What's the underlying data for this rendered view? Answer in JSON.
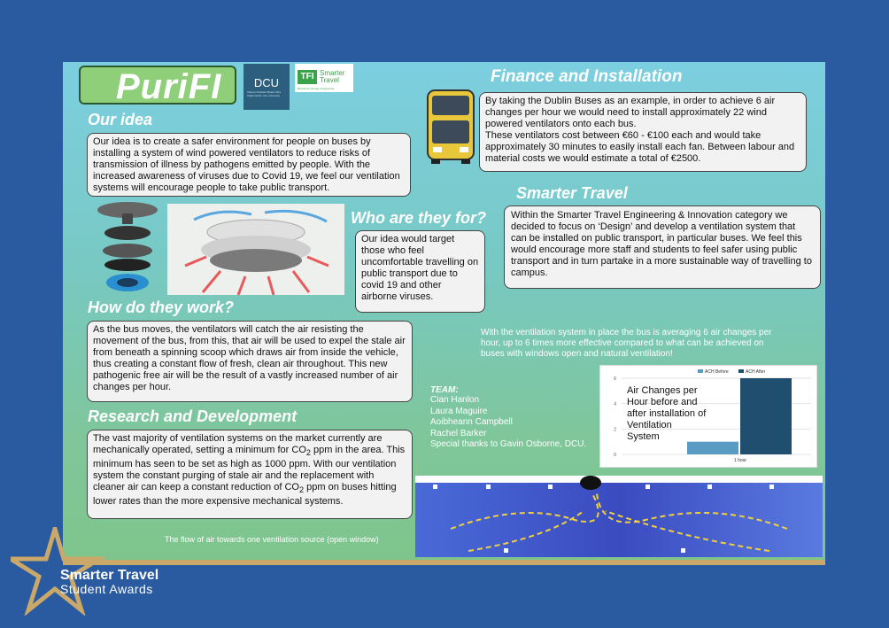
{
  "logo": {
    "title": "PuriFI"
  },
  "partners": {
    "dcu": {
      "name": "DCU",
      "sub": "Ollscoil Chathair Bhaile Átha Cliath Dublin City University"
    },
    "tfi": {
      "mark": "TFI",
      "name_line1": "Smarter",
      "name_line2": "Travel",
      "sub": "Behaviour Change Programme"
    }
  },
  "finance": {
    "heading": "Finance and Installation",
    "p1": "By taking the Dublin Buses as an example, in order to achieve 6 air changes per hour we would need to install approximately 22 wind powered ventilators onto each bus.",
    "p2": "These ventilators cost between €60 - €100 each and would take approximately 30 minutes to easily install each fan. Between labour and material costs we would estimate a total of €2500."
  },
  "idea": {
    "heading": "Our idea",
    "text": "Our idea is to create a safer environment for people on buses by installing a system of wind powered ventilators to reduce risks of transmission of illness by pathogens emitted by people. With the increased awareness of viruses due to Covid 19, we feel our ventilation systems will encourage people to take public transport."
  },
  "smarter": {
    "heading": "Smarter Travel",
    "text": "Within the Smarter Travel Engineering & Innovation category we decided to focus on ‘Design’ and develop a ventilation system that can be installed on public transport, in particular buses. We feel this would encourage more staff and students to feel safer using public transport and in turn partake in a more sustainable way of travelling to campus."
  },
  "who": {
    "heading": "Who are they for?",
    "text": "Our idea would target those who feel uncomfortable travelling on public transport due to covid 19 and other airborne viruses."
  },
  "how": {
    "heading": "How do they work?",
    "text": "As the bus moves, the ventilators will catch the air resisting the movement of the bus, from this, that air will be used to expel the stale air from beneath a spinning scoop which draws air from inside the vehicle, thus creating a constant flow of fresh, clean  air throughout. This new pathogenic free air will be the result of a vastly increased number of air changes per hour."
  },
  "research": {
    "heading": "Research and Development",
    "text_a": "The vast majority of ventilation systems on the market currently are mechanically operated, setting a minimum for CO",
    "sub": "2",
    "text_b": " ppm in the area. This minimum has seen to be set as high as 1000 ppm. With our ventilation system the constant purging of stale air and the replacement with cleaner air can keep a constant reduction of CO",
    "text_c": " ppm on buses hitting lower rates than the more expensive mechanical systems."
  },
  "stat": {
    "text": "With the ventilation system in place the bus is averaging 6 air changes per hour, up to 6 times more effective compared to what can be achieved on buses with windows open and natural ventilation!"
  },
  "team": {
    "title": "TEAM:",
    "members": [
      "Cian Hanlon",
      "Laura Maguire",
      "Aoibheann Campbell",
      "Rachel Barker",
      "Special thanks to Gavin Osborne, DCU."
    ]
  },
  "chart_data": {
    "type": "bar",
    "title": "Air Changes per Hour before and after installation of Ventilation System",
    "categories": [
      "1 hour"
    ],
    "series": [
      {
        "name": "ACH Before",
        "values": [
          1
        ],
        "color": "#5a9bc4"
      },
      {
        "name": "ACH After",
        "values": [
          6
        ],
        "color": "#1f4e6e"
      }
    ],
    "ylim": [
      0,
      6
    ],
    "yticks": [
      "0",
      "2",
      "4",
      "6"
    ],
    "legend": "top",
    "grid": true
  },
  "flow": {
    "caption": "The flow of air towards one ventilation source (open window)"
  },
  "award": {
    "line1": "Smarter Travel",
    "line2": "Student Awards"
  },
  "colors": {
    "background": "#2a5aa0",
    "accent": "#c9a86a",
    "heading": "#ffffff"
  }
}
